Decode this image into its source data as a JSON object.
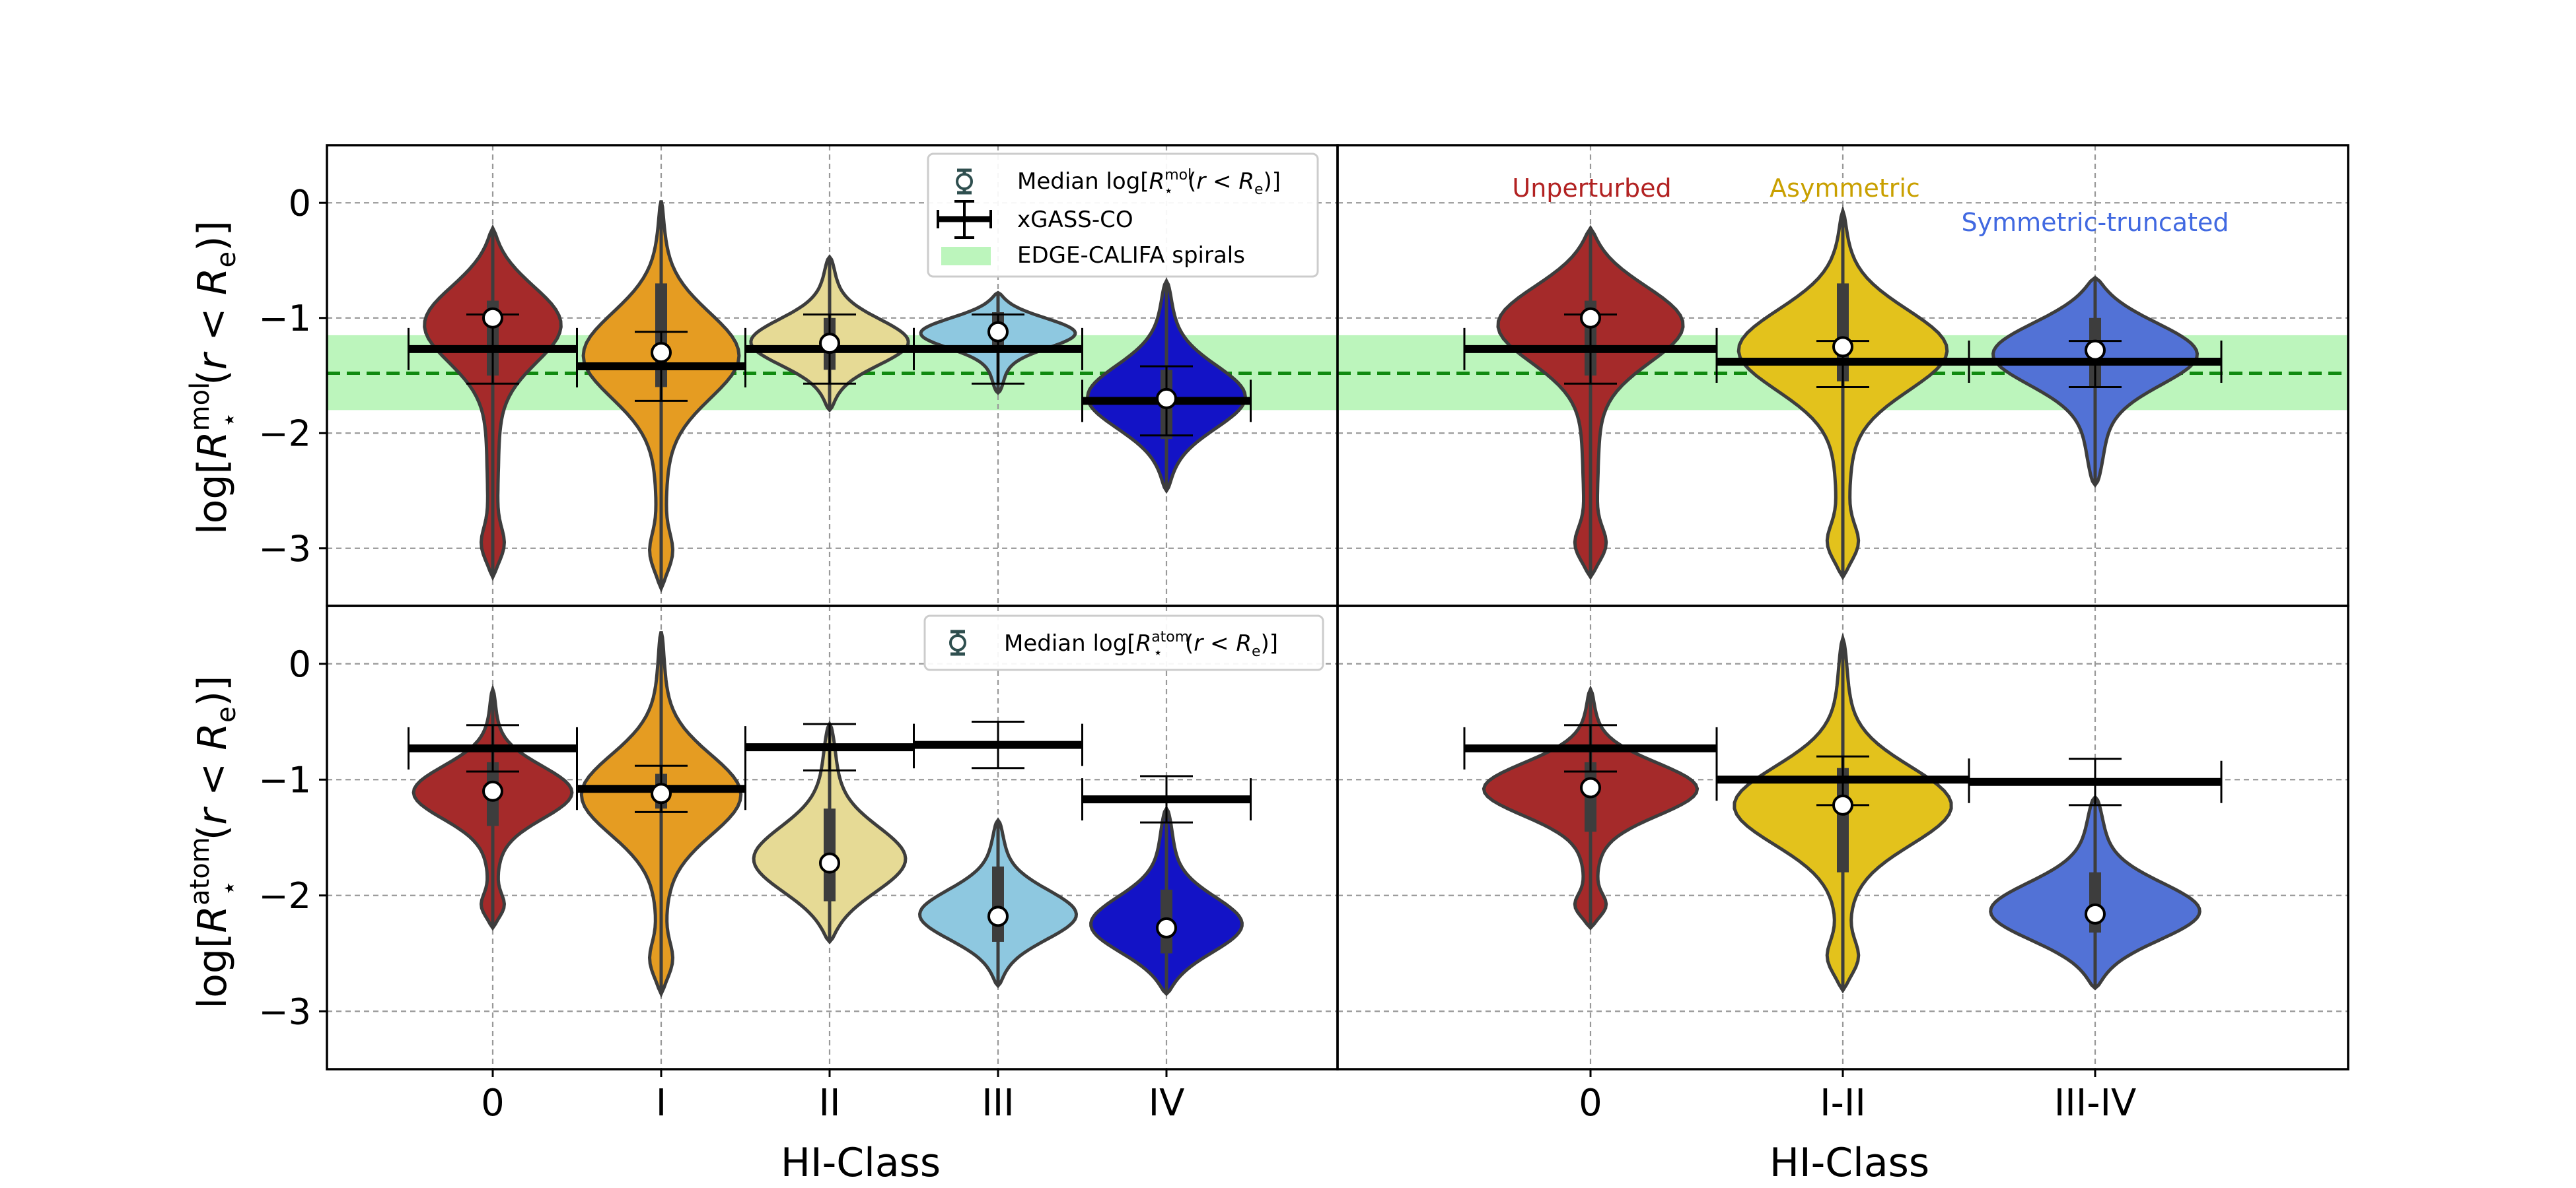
{
  "figure": {
    "x_label": "HI-Class",
    "y_label_top": "log[R⋆^mol(r < Re)]",
    "y_label_bottom": "log[R⋆^atom(r < Re)]",
    "y_ticks": [
      0,
      -1,
      -2,
      -3
    ],
    "y_tick_labels": [
      "0",
      "−1",
      "−2",
      "−3"
    ],
    "ylim": [
      -3.5,
      0.5
    ],
    "grid": true,
    "edge_califa_band": {
      "median": -1.48,
      "low": -1.8,
      "high": -1.15
    }
  },
  "legends": {
    "top_left": {
      "median_label": "Median log[R⋆^mol(r<Re)]",
      "xgass_label": "xGASS-CO",
      "edge_label": "EDGE-CALIFA spirals",
      "placement": "upper-right"
    },
    "bottom_left": {
      "median_label": "Median log[R⋆^atom(r<Re)]",
      "placement": "upper-right"
    }
  },
  "annotations": {
    "unperturbed": "Unperturbed",
    "asymmetric": "Asymmetric",
    "symmetric_truncated": "Symmetric-truncated"
  },
  "colors": {
    "class_0": "#a52a2a",
    "class_I": "#e59c22",
    "class_II": "#e6da95",
    "class_III": "#8ec8e0",
    "class_IV": "#1313c6",
    "unperturbed": "#a52a2a",
    "asymmetric": "#e3c21c",
    "symmetric_truncated": "#5272d6",
    "annot_unperturbed": "#b22222",
    "annot_asymmetric": "#c9a000",
    "annot_symmetric": "#4169e1",
    "edge_band": "#90ee90",
    "edge_line": "#108a10"
  },
  "chart_data": [
    {
      "type": "violin",
      "panel": "top-left",
      "categories": [
        "0",
        "I",
        "II",
        "III",
        "IV"
      ],
      "median": [
        -1.0,
        -1.3,
        -1.22,
        -1.12,
        -1.7
      ],
      "range": [
        [
          -3.25,
          -0.22
        ],
        [
          -3.35,
          0.02
        ],
        [
          -1.8,
          -0.47
        ],
        [
          -1.65,
          -0.78
        ],
        [
          -2.5,
          -0.68
        ]
      ],
      "iqr": [
        [
          -1.5,
          -0.85
        ],
        [
          -1.6,
          -0.7
        ],
        [
          -1.45,
          -1.0
        ],
        [
          -1.3,
          -0.95
        ],
        [
          -2.05,
          -1.45
        ]
      ],
      "xgass": {
        "values": [
          -1.27,
          -1.42,
          -1.27,
          -1.27,
          -1.72
        ],
        "err": [
          [
            -1.57,
            -0.97
          ],
          [
            -1.72,
            -1.12
          ],
          [
            -1.57,
            -0.97
          ],
          [
            -1.57,
            -0.97
          ],
          [
            -2.02,
            -1.42
          ]
        ]
      }
    },
    {
      "type": "violin",
      "panel": "top-right",
      "categories": [
        "0",
        "I-II",
        "III-IV"
      ],
      "median": [
        -1.0,
        -1.25,
        -1.28
      ],
      "range": [
        [
          -3.25,
          -0.22
        ],
        [
          -3.25,
          -0.07
        ],
        [
          -2.45,
          -0.65
        ]
      ],
      "iqr": [
        [
          -1.5,
          -0.85
        ],
        [
          -1.55,
          -0.7
        ],
        [
          -1.6,
          -1.0
        ]
      ],
      "xgass": {
        "values": [
          -1.27,
          -1.38,
          -1.38
        ],
        "err": [
          [
            -1.57,
            -0.97
          ],
          [
            -1.6,
            -1.2
          ],
          [
            -1.6,
            -1.2
          ]
        ]
      }
    },
    {
      "type": "violin",
      "panel": "bottom-left",
      "categories": [
        "0",
        "I",
        "II",
        "III",
        "IV"
      ],
      "median": [
        -1.1,
        -1.12,
        -1.72,
        -2.18,
        -2.28
      ],
      "range": [
        [
          -2.28,
          -0.22
        ],
        [
          -2.85,
          0.28
        ],
        [
          -2.4,
          -0.52
        ],
        [
          -2.78,
          -1.35
        ],
        [
          -2.85,
          -1.25
        ]
      ],
      "iqr": [
        [
          -1.4,
          -0.85
        ],
        [
          -1.25,
          -0.95
        ],
        [
          -2.05,
          -1.25
        ],
        [
          -2.4,
          -1.75
        ],
        [
          -2.5,
          -1.95
        ]
      ],
      "xgass": {
        "values": [
          -0.73,
          -1.08,
          -0.72,
          -0.7,
          -1.17
        ],
        "err": [
          [
            -0.93,
            -0.53
          ],
          [
            -1.28,
            -0.88
          ],
          [
            -0.92,
            -0.52
          ],
          [
            -0.9,
            -0.5
          ],
          [
            -1.37,
            -0.97
          ]
        ]
      }
    },
    {
      "type": "violin",
      "panel": "bottom-right",
      "categories": [
        "0",
        "I-II",
        "III-IV"
      ],
      "median": [
        -1.07,
        -1.22,
        -2.16
      ],
      "range": [
        [
          -2.28,
          -0.22
        ],
        [
          -2.82,
          0.22
        ],
        [
          -2.8,
          -1.15
        ]
      ],
      "iqr": [
        [
          -1.45,
          -0.85
        ],
        [
          -1.8,
          -0.9
        ],
        [
          -2.32,
          -1.8
        ]
      ],
      "xgass": {
        "values": [
          -0.73,
          -1.0,
          -1.02
        ],
        "err": [
          [
            -0.93,
            -0.53
          ],
          [
            -1.22,
            -0.8
          ],
          [
            -1.22,
            -0.82
          ]
        ]
      }
    }
  ]
}
